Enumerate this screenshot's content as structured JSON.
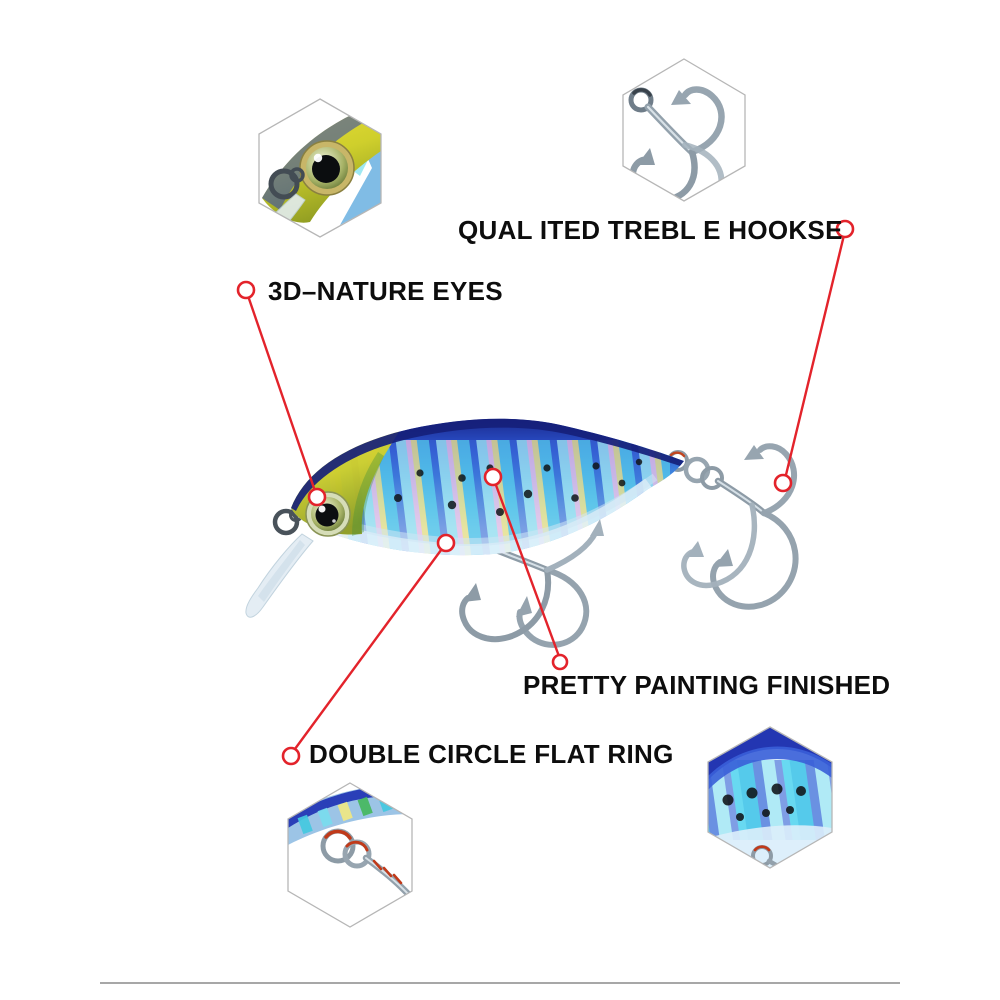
{
  "callouts": [
    {
      "id": "treble-hooks",
      "label": "QUAL ITED TREBL E HOOKSE"
    },
    {
      "id": "nature-eyes",
      "label": "3D–NATURE EYES"
    },
    {
      "id": "pretty-painting",
      "label": "PRETTY PAINTING FINISHED"
    },
    {
      "id": "flat-ring",
      "label": "DOUBLE CIRCLE FLAT RING"
    }
  ],
  "figures": {
    "main_photo": "blue-holographic-minnow-fishing-lure-with-belly-and-tail-treble-hooks",
    "thumbnails": [
      {
        "id": "lure-head-eye-closeup",
        "position": "top-left"
      },
      {
        "id": "treble-hook-closeup",
        "position": "top-right"
      },
      {
        "id": "split-ring-closeup",
        "position": "bottom-left"
      },
      {
        "id": "paint-pattern-closeup",
        "position": "bottom-right"
      }
    ]
  },
  "colors": {
    "background": "#ffffff",
    "accent_red": "#e3232b",
    "label_text": "#0d0d0d",
    "hexagon_border": "#b6b6b6",
    "divider_gray": "#8a8a8a",
    "lure_back_navy": "#161f7a",
    "lure_blue": "#2f6fd6",
    "lure_holo_cyan": "#54c6ea",
    "lure_head_gold": "#e2d62e",
    "hook_metal": "#97a5b0"
  }
}
